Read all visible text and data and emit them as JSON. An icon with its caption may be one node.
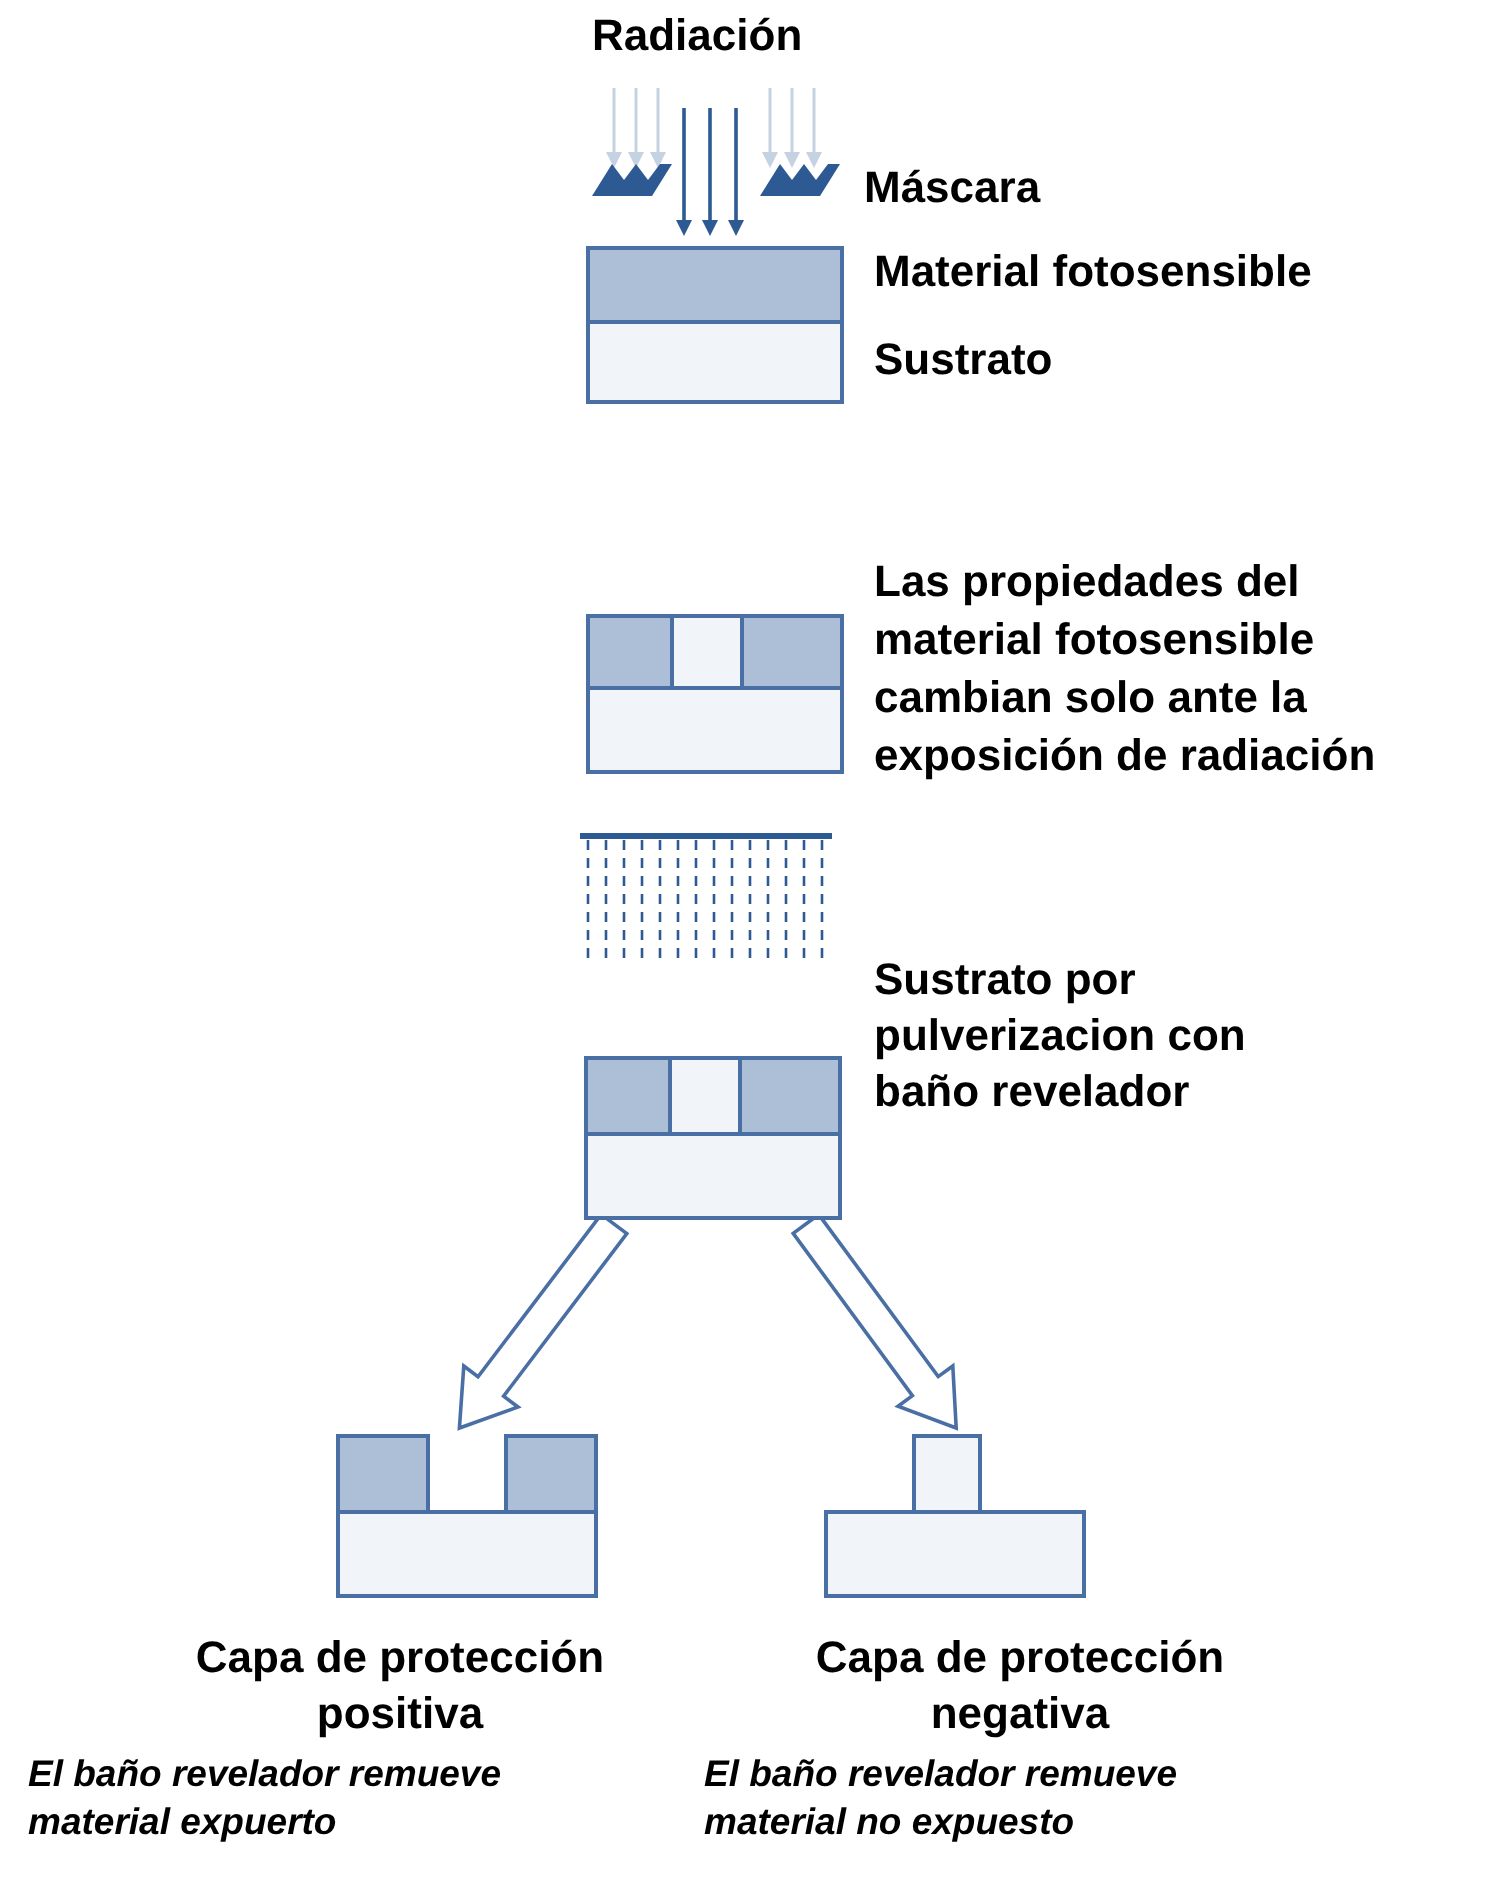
{
  "diagram": {
    "nodes": [
      {
        "text": [],
        "shape": "box",
        "beside": [
          "Sustrato por pulverizacion con baño revelador"
        ]
      },
      {
        "text": [],
        "shape": "box",
        "beside": [
          "Capa de protección positiva",
          "El baño revelador remueve material expuerto"
        ]
      },
      {
        "text": [],
        "shape": "box",
        "beside": [
          "Capa de protección negativa",
          "El baño revelador remueve material no expuesto"
        ]
      }
    ],
    "edges": [
      {
        "from": 0,
        "to": 1,
        "arrow": "to"
      },
      {
        "from": 0,
        "to": 2,
        "arrow": "to"
      }
    ],
    "labels": [
      "Radiación",
      "Máscara",
      "Material fotosensible",
      "Sustrato",
      "Las propiedades del material fotosensible cambian solo ante la exposición de radiación"
    ]
  }
}
